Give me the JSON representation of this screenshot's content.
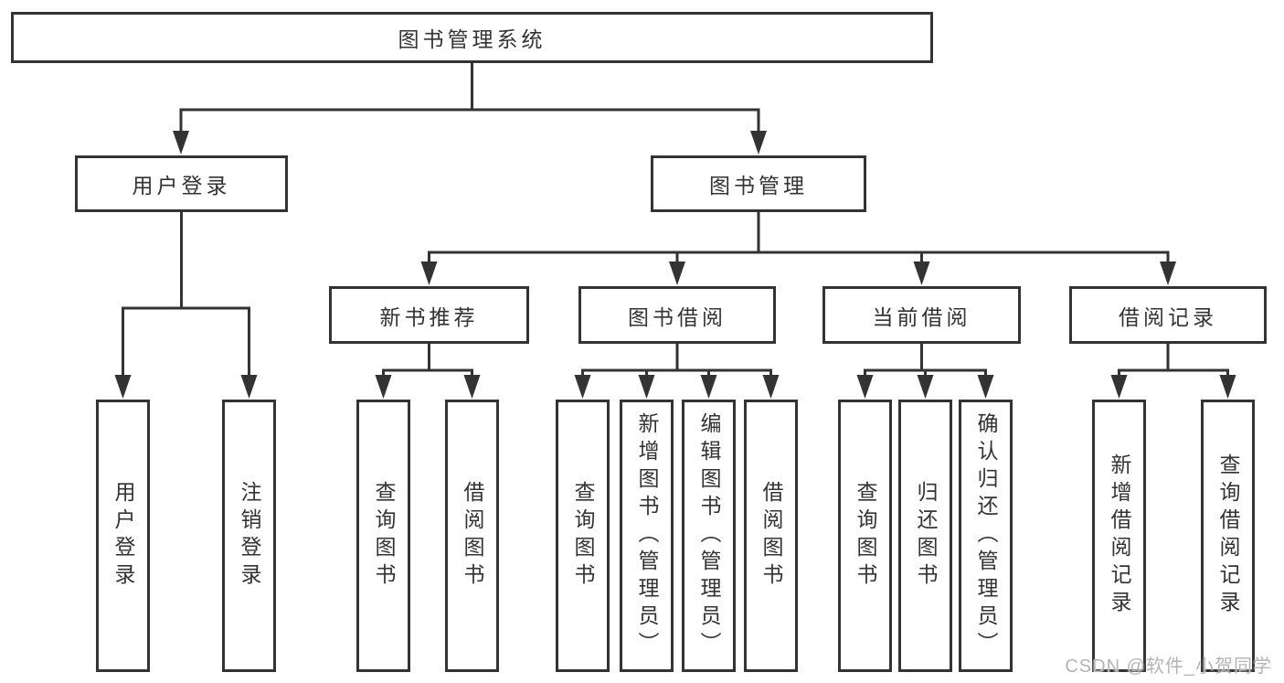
{
  "tree": {
    "label": "图书管理系统",
    "children": [
      {
        "label": "用户登录",
        "children": [
          {
            "label": "用户登录"
          },
          {
            "label": "注销登录"
          }
        ]
      },
      {
        "label": "图书管理",
        "children": [
          {
            "label": "新书推荐",
            "children": [
              {
                "label": "查询图书"
              },
              {
                "label": "借阅图书"
              }
            ]
          },
          {
            "label": "图书借阅",
            "children": [
              {
                "label": "查询图书"
              },
              {
                "label": "新增图书（管理员）"
              },
              {
                "label": "编辑图书（管理员）"
              },
              {
                "label": "借阅图书"
              }
            ]
          },
          {
            "label": "当前借阅",
            "children": [
              {
                "label": "查询图书"
              },
              {
                "label": "归还图书"
              },
              {
                "label": "确认归还（管理员）"
              }
            ]
          },
          {
            "label": "借阅记录",
            "children": [
              {
                "label": "新增借阅记录"
              },
              {
                "label": "查询借阅记录"
              }
            ]
          }
        ]
      }
    ]
  },
  "watermark": {
    "text": "CSDN @软件_小贺同学"
  },
  "colors": {
    "line": "#333333",
    "text": "#333333",
    "watermark": "#b4b4b4",
    "background": "#ffffff"
  }
}
